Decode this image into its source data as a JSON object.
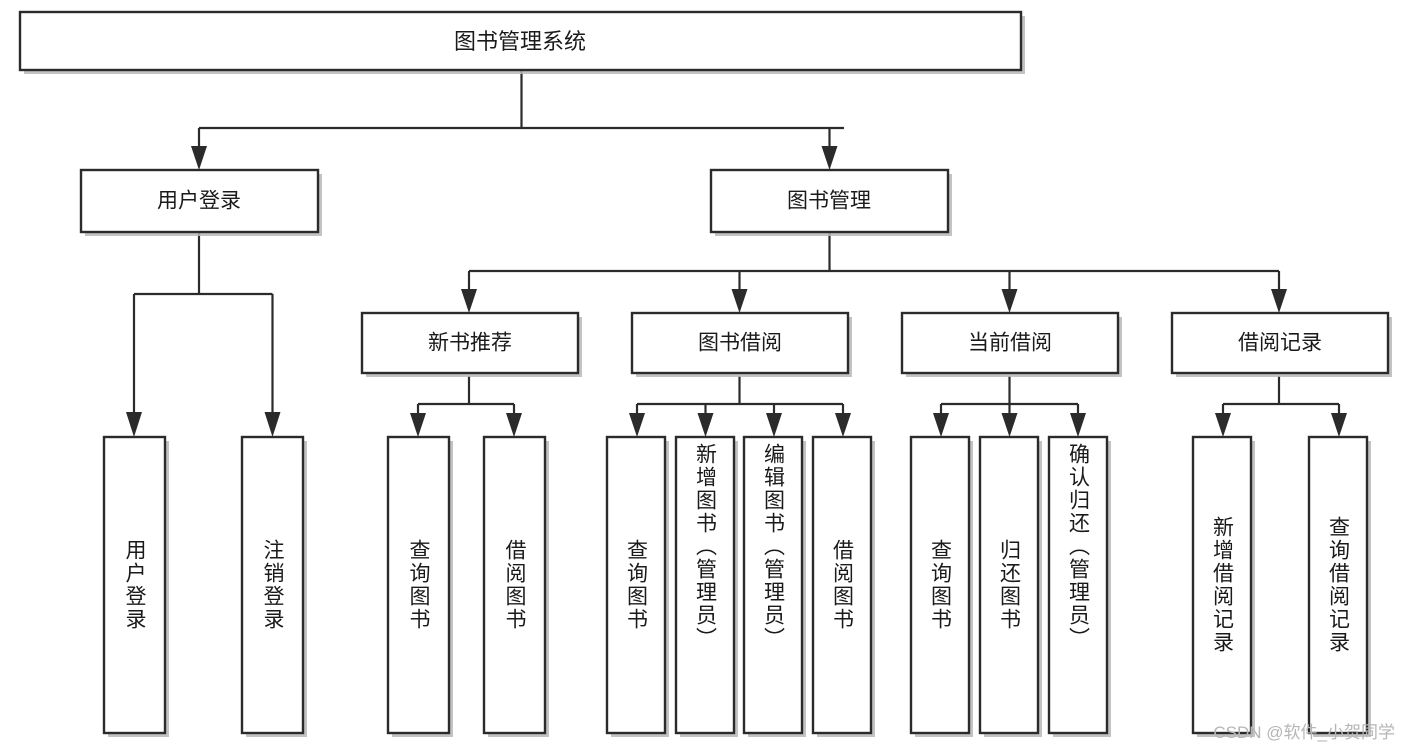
{
  "diagram": {
    "type": "tree",
    "title": "图书管理系统",
    "watermark": "CSDN @软件_小贺同学",
    "colors": {
      "box_fill": "#ffffff",
      "box_stroke": "#2b2b2b",
      "text": "#1a1a1a",
      "shadow": "#b9b9b9",
      "watermark": "#b6b6b6",
      "background": "#ffffff"
    },
    "root": {
      "id": "root",
      "label": "图书管理系统"
    },
    "level2": [
      {
        "id": "user-login",
        "label": "用户登录"
      },
      {
        "id": "book-manage",
        "label": "图书管理"
      }
    ],
    "level3": [
      {
        "id": "new-book-rec",
        "label": "新书推荐",
        "parent": "book-manage"
      },
      {
        "id": "book-borrow",
        "label": "图书借阅",
        "parent": "book-manage"
      },
      {
        "id": "current-borrow",
        "label": "当前借阅",
        "parent": "book-manage"
      },
      {
        "id": "borrow-record",
        "label": "借阅记录",
        "parent": "book-manage"
      }
    ],
    "leaves": [
      {
        "id": "leaf-user-login",
        "label": "用户登录",
        "parent": "user-login"
      },
      {
        "id": "leaf-logout",
        "label": "注销登录",
        "parent": "user-login"
      },
      {
        "id": "leaf-query-book-1",
        "label": "查询图书",
        "parent": "new-book-rec"
      },
      {
        "id": "leaf-borrow-book-1",
        "label": "借阅图书",
        "parent": "new-book-rec"
      },
      {
        "id": "leaf-query-book-2",
        "label": "查询图书",
        "parent": "book-borrow"
      },
      {
        "id": "leaf-add-book",
        "label": "新增图书（管理员）",
        "parent": "book-borrow"
      },
      {
        "id": "leaf-edit-book",
        "label": "编辑图书（管理员）",
        "parent": "book-borrow"
      },
      {
        "id": "leaf-borrow-book-2",
        "label": "借阅图书",
        "parent": "book-borrow"
      },
      {
        "id": "leaf-query-book-3",
        "label": "查询图书",
        "parent": "current-borrow"
      },
      {
        "id": "leaf-return-book",
        "label": "归还图书",
        "parent": "current-borrow"
      },
      {
        "id": "leaf-confirm-return",
        "label": "确认归还（管理员）",
        "parent": "current-borrow"
      },
      {
        "id": "leaf-add-record",
        "label": "新增借阅记录",
        "parent": "borrow-record"
      },
      {
        "id": "leaf-query-record",
        "label": "查询借阅记录",
        "parent": "borrow-record"
      }
    ]
  }
}
